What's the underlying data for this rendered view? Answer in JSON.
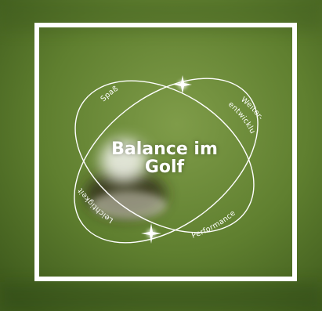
{
  "title": {
    "line1": "Balance im",
    "line2": "Golf"
  },
  "labels": {
    "spass": "Spaß",
    "weiter_line1": "Weiter-",
    "weiter_line2": "entwicklung",
    "leichtigkeit": "Leichtigkeit",
    "performance": "Performance"
  },
  "colors": {
    "grass_dark": "#3f5e1e",
    "grass_mid": "#5b7c2c",
    "grass_light": "#7a9845",
    "line": "#ffffff"
  }
}
